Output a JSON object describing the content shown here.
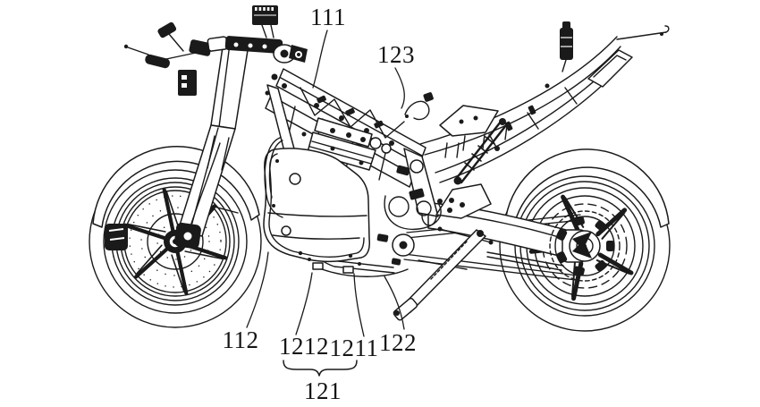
{
  "figure": {
    "kind": "patent-line-drawing",
    "subject": "motorcycle frame and engine assembly, left side view",
    "colors": {
      "ink": "#1a1a1a",
      "paper": "#ffffff"
    },
    "reference_labels": {
      "r111": "111",
      "r123": "123",
      "r112": "112",
      "r1212": "1212",
      "r1211": "1211",
      "r122": "122",
      "r121": "121"
    }
  }
}
